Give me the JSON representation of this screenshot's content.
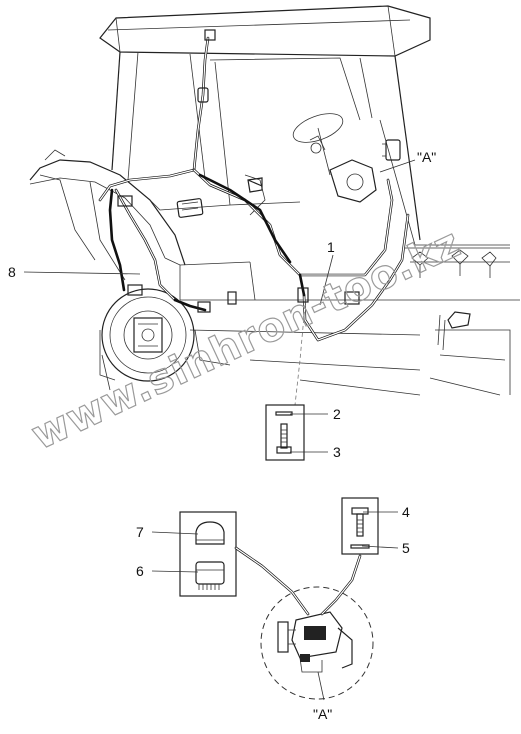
{
  "callouts": {
    "c1": "1",
    "c2": "2",
    "c3": "3",
    "c4": "4",
    "c5": "5",
    "c6": "6",
    "c7": "7",
    "c8": "8"
  },
  "view_labels": {
    "top": "\"A\"",
    "bottom": "\"A\""
  },
  "watermark": "www.sinhron-too.kz",
  "colors": {
    "line": "#222222",
    "watermark": "#9a9a9a",
    "background": "#ffffff"
  }
}
